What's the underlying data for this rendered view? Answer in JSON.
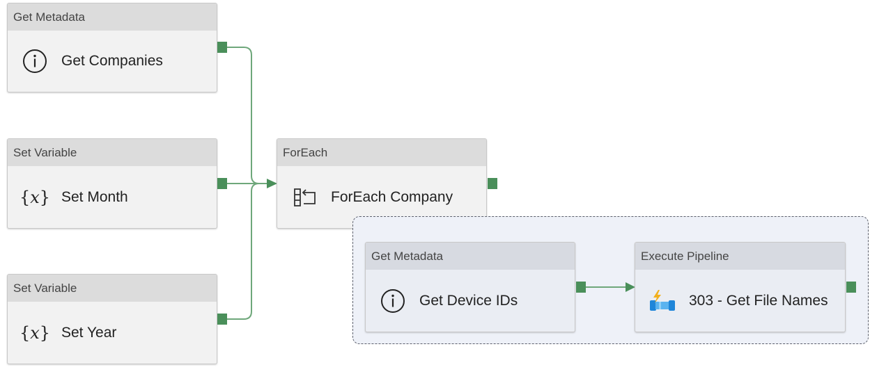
{
  "colors": {
    "connector": "#4a8f5a",
    "wire": "#6ea77a",
    "card_background": "#f2f2f2",
    "card_header": "#dcdcdc",
    "container_background": "#eef1f8"
  },
  "activities": {
    "get_companies": {
      "type": "Get Metadata",
      "name": "Get Companies",
      "icon": "info-icon"
    },
    "set_month": {
      "type": "Set Variable",
      "name": "Set Month",
      "icon": "variable-icon",
      "icon_text": "{x}"
    },
    "set_year": {
      "type": "Set Variable",
      "name": "Set Year",
      "icon": "variable-icon",
      "icon_text": "{x}"
    },
    "foreach_company": {
      "type": "ForEach",
      "name": "ForEach Company",
      "icon": "foreach-icon"
    }
  },
  "foreach_inner": {
    "get_device_ids": {
      "type": "Get Metadata",
      "name": "Get Device IDs",
      "icon": "info-icon"
    },
    "get_file_names": {
      "type": "Execute Pipeline",
      "name": "303 - Get File Names",
      "icon": "execute-pipeline-icon"
    }
  }
}
